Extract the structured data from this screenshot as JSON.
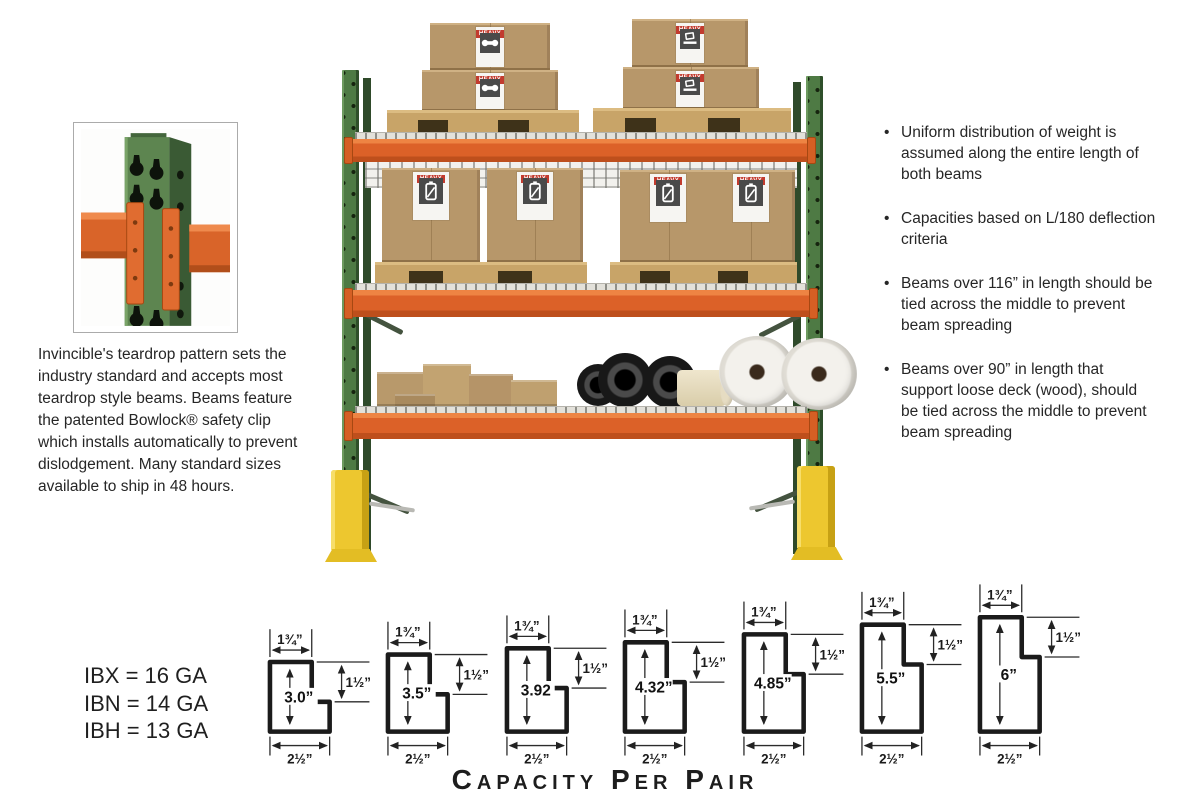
{
  "colors": {
    "beam_orange": "#DC6128",
    "upright_green": "#4E7A44",
    "guard_yellow": "#EDC72F",
    "box_tan": "#B7976A",
    "label_red": "#C23B2E"
  },
  "intro_paragraph": "Invincible's teardrop pattern sets the industry standard and accepts most teardrop style beams. Beams feature the patented Bowlock® safety clip which installs automatically to prevent dislodgement. Many standard sizes available to ship in 48 hours.",
  "notes": [
    "Uniform distribution of weight is assumed along the entire length of both beams",
    "Capacities based on L/180 deflection criteria",
    "Beams over 116” in length should be tied across the middle to prevent beam spreading",
    "Beams over 90” in length that support loose deck (wood), should be tied across the middle to prevent beam spreading"
  ],
  "gauge_legend": [
    "IBX = 16 GA",
    "IBN = 14 GA",
    "IBH = 13 GA"
  ],
  "section_title": "Capacity Per Pair",
  "rack": {
    "heavy_label": "HEAVY",
    "icons": {
      "top_left_boxes": "dumbbell-icon",
      "top_right_boxes": "laptop-icon",
      "middle_boxes": "battery-icon"
    }
  },
  "profiles": {
    "top_width_label": "1¾”",
    "step_label": "1½”",
    "bottom_width_label": "2½”",
    "items": [
      {
        "height_label": "3.0”",
        "height_in": 3.0
      },
      {
        "height_label": "3.5”",
        "height_in": 3.5
      },
      {
        "height_label": "3.92",
        "height_in": 3.92
      },
      {
        "height_label": "4.32”",
        "height_in": 4.32
      },
      {
        "height_label": "4.85”",
        "height_in": 4.85
      },
      {
        "height_label": "5.5”",
        "height_in": 5.5
      },
      {
        "height_label": "6”",
        "height_in": 6.0
      }
    ]
  }
}
